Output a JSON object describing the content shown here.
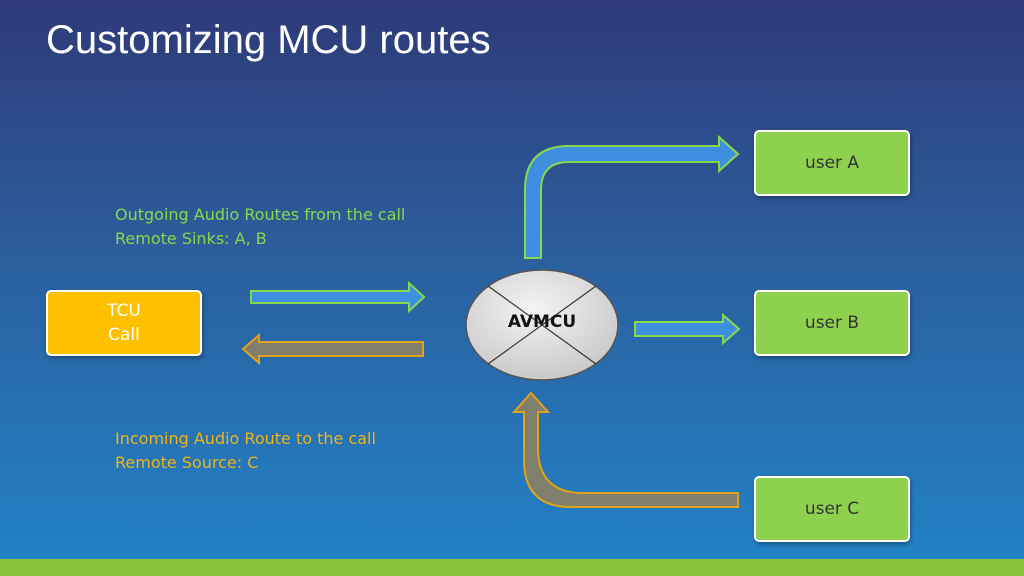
{
  "title": "Customizing MCU routes",
  "notes": {
    "outgoing": [
      "Outgoing Audio Routes from the call",
      "Remote Sinks: A, B"
    ],
    "incoming": [
      "Incoming Audio Route to the call",
      "Remote Source: C"
    ]
  },
  "nodes": {
    "tcu": [
      "TCU",
      "Call"
    ],
    "avmcu": "AVMCU",
    "user_a": "user A",
    "user_b": "user B",
    "user_c": "user C"
  },
  "colors": {
    "outgoing_arrow": "#3f8fe0",
    "outgoing_border": "#86d94a",
    "incoming_arrow": "#7f7f6b",
    "incoming_border": "#e0a21a",
    "user_box": "#8ed14f",
    "tcu_box": "#ffc000",
    "bottom_bar": "#8bc53f"
  }
}
